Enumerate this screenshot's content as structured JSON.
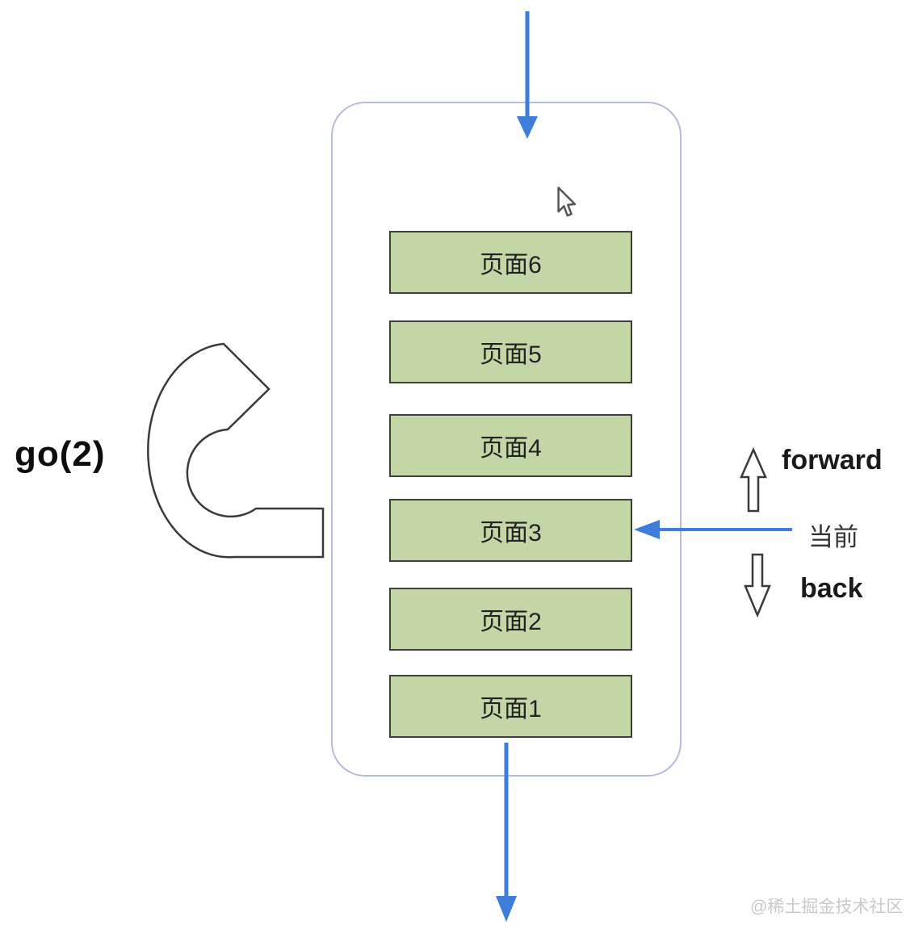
{
  "diagram": {
    "title_hint": "browser-history-stack",
    "pages": [
      "页面6",
      "页面5",
      "页面4",
      "页面3",
      "页面2",
      "页面1"
    ],
    "current_page": "页面3",
    "go_label": "go(2)",
    "forward_label": "forward",
    "back_label": "back",
    "current_label": "当前",
    "watermark": "@稀土掘金技术社区",
    "colors": {
      "arrow_blue": "#3d7edb",
      "page_fill": "#c3d7a6",
      "page_border": "#3f3f3f",
      "container_border": "#b3bdd6",
      "outline_arrow": "#3a3a3a",
      "watermark_color": "#c9c9c9"
    }
  }
}
